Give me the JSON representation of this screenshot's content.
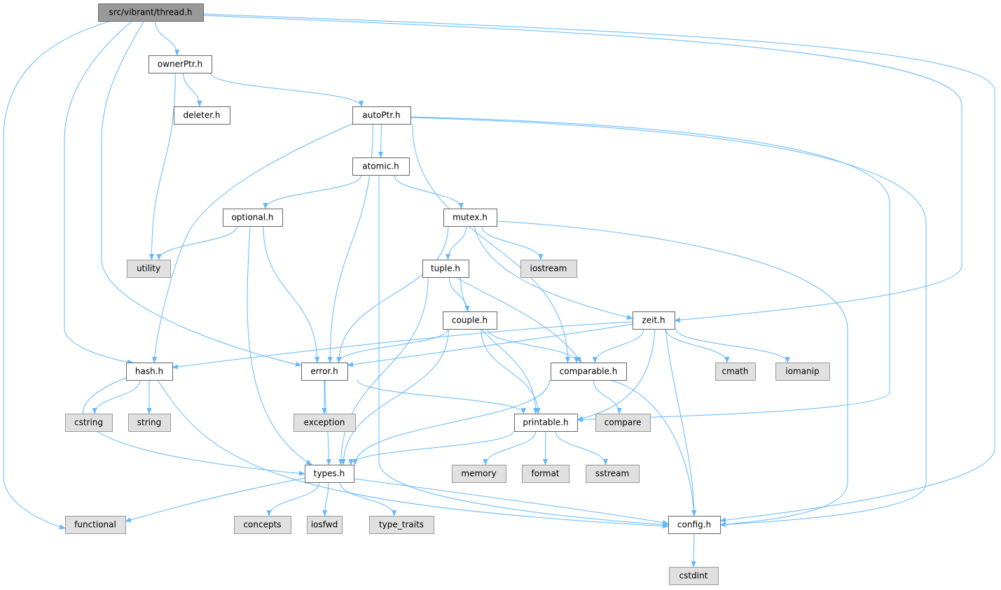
{
  "title": "src/vibrant/thread.h include dependency graph",
  "colors": {
    "root_fill": "#999999",
    "internal_fill": "#ffffff",
    "external_fill": "#e0e0e0",
    "edge": "#63b8ff",
    "border_internal": "#666666",
    "border_external": "#999999"
  },
  "nodes": [
    {
      "id": "thread",
      "label": "src/vibrant/thread.h",
      "kind": "root"
    },
    {
      "id": "ownerPtr",
      "label": "ownerPtr.h",
      "kind": "internal"
    },
    {
      "id": "deleter",
      "label": "deleter.h",
      "kind": "internal"
    },
    {
      "id": "autoPtr",
      "label": "autoPtr.h",
      "kind": "internal"
    },
    {
      "id": "atomic",
      "label": "atomic.h",
      "kind": "internal"
    },
    {
      "id": "optional",
      "label": "optional.h",
      "kind": "internal"
    },
    {
      "id": "mutex",
      "label": "mutex.h",
      "kind": "internal"
    },
    {
      "id": "utility",
      "label": "utility",
      "kind": "external"
    },
    {
      "id": "iostream",
      "label": "iostream",
      "kind": "external"
    },
    {
      "id": "tuple",
      "label": "tuple.h",
      "kind": "internal"
    },
    {
      "id": "zeit",
      "label": "zeit.h",
      "kind": "internal"
    },
    {
      "id": "couple",
      "label": "couple.h",
      "kind": "internal"
    },
    {
      "id": "hash",
      "label": "hash.h",
      "kind": "internal"
    },
    {
      "id": "error",
      "label": "error.h",
      "kind": "internal"
    },
    {
      "id": "comparable",
      "label": "comparable.h",
      "kind": "internal"
    },
    {
      "id": "cmath",
      "label": "cmath",
      "kind": "external"
    },
    {
      "id": "iomanip",
      "label": "iomanip",
      "kind": "external"
    },
    {
      "id": "cstring",
      "label": "cstring",
      "kind": "external"
    },
    {
      "id": "string",
      "label": "string",
      "kind": "external"
    },
    {
      "id": "exception",
      "label": "exception",
      "kind": "external"
    },
    {
      "id": "printable",
      "label": "printable.h",
      "kind": "internal"
    },
    {
      "id": "compare",
      "label": "compare",
      "kind": "external"
    },
    {
      "id": "types",
      "label": "types.h",
      "kind": "internal"
    },
    {
      "id": "memory",
      "label": "memory",
      "kind": "external"
    },
    {
      "id": "format",
      "label": "format",
      "kind": "external"
    },
    {
      "id": "sstream",
      "label": "sstream",
      "kind": "external"
    },
    {
      "id": "functional",
      "label": "functional",
      "kind": "external"
    },
    {
      "id": "concepts",
      "label": "concepts",
      "kind": "external"
    },
    {
      "id": "iosfwd",
      "label": "iosfwd",
      "kind": "external"
    },
    {
      "id": "type_traits",
      "label": "type_traits",
      "kind": "external"
    },
    {
      "id": "config",
      "label": "config.h",
      "kind": "internal"
    },
    {
      "id": "cstdint",
      "label": "cstdint",
      "kind": "external"
    }
  ],
  "edges": [
    [
      "thread",
      "ownerPtr"
    ],
    [
      "thread",
      "functional"
    ],
    [
      "thread",
      "hash"
    ],
    [
      "thread",
      "error"
    ],
    [
      "thread",
      "zeit"
    ],
    [
      "thread",
      "config"
    ],
    [
      "ownerPtr",
      "utility"
    ],
    [
      "ownerPtr",
      "deleter"
    ],
    [
      "ownerPtr",
      "autoPtr"
    ],
    [
      "autoPtr",
      "hash"
    ],
    [
      "autoPtr",
      "error"
    ],
    [
      "autoPtr",
      "atomic"
    ],
    [
      "autoPtr",
      "comparable"
    ],
    [
      "autoPtr",
      "printable"
    ],
    [
      "autoPtr",
      "config"
    ],
    [
      "atomic",
      "optional"
    ],
    [
      "atomic",
      "mutex"
    ],
    [
      "atomic",
      "config"
    ],
    [
      "optional",
      "utility"
    ],
    [
      "optional",
      "types"
    ],
    [
      "optional",
      "error"
    ],
    [
      "mutex",
      "error"
    ],
    [
      "mutex",
      "tuple"
    ],
    [
      "mutex",
      "iostream"
    ],
    [
      "mutex",
      "zeit"
    ],
    [
      "mutex",
      "config"
    ],
    [
      "tuple",
      "types"
    ],
    [
      "tuple",
      "couple"
    ],
    [
      "tuple",
      "printable"
    ],
    [
      "tuple",
      "comparable"
    ],
    [
      "couple",
      "error"
    ],
    [
      "couple",
      "comparable"
    ],
    [
      "couple",
      "printable"
    ],
    [
      "couple",
      "types"
    ],
    [
      "zeit",
      "hash"
    ],
    [
      "zeit",
      "error"
    ],
    [
      "zeit",
      "comparable"
    ],
    [
      "zeit",
      "printable"
    ],
    [
      "zeit",
      "config"
    ],
    [
      "zeit",
      "cmath"
    ],
    [
      "zeit",
      "iomanip"
    ],
    [
      "hash",
      "cstring"
    ],
    [
      "hash",
      "string"
    ],
    [
      "hash",
      "types"
    ],
    [
      "hash",
      "config"
    ],
    [
      "error",
      "exception"
    ],
    [
      "error",
      "types"
    ],
    [
      "error",
      "printable"
    ],
    [
      "comparable",
      "types"
    ],
    [
      "comparable",
      "compare"
    ],
    [
      "comparable",
      "config"
    ],
    [
      "printable",
      "types"
    ],
    [
      "printable",
      "memory"
    ],
    [
      "printable",
      "format"
    ],
    [
      "printable",
      "sstream"
    ],
    [
      "types",
      "functional"
    ],
    [
      "types",
      "concepts"
    ],
    [
      "types",
      "iosfwd"
    ],
    [
      "types",
      "type_traits"
    ],
    [
      "types",
      "config"
    ],
    [
      "config",
      "cstdint"
    ]
  ]
}
